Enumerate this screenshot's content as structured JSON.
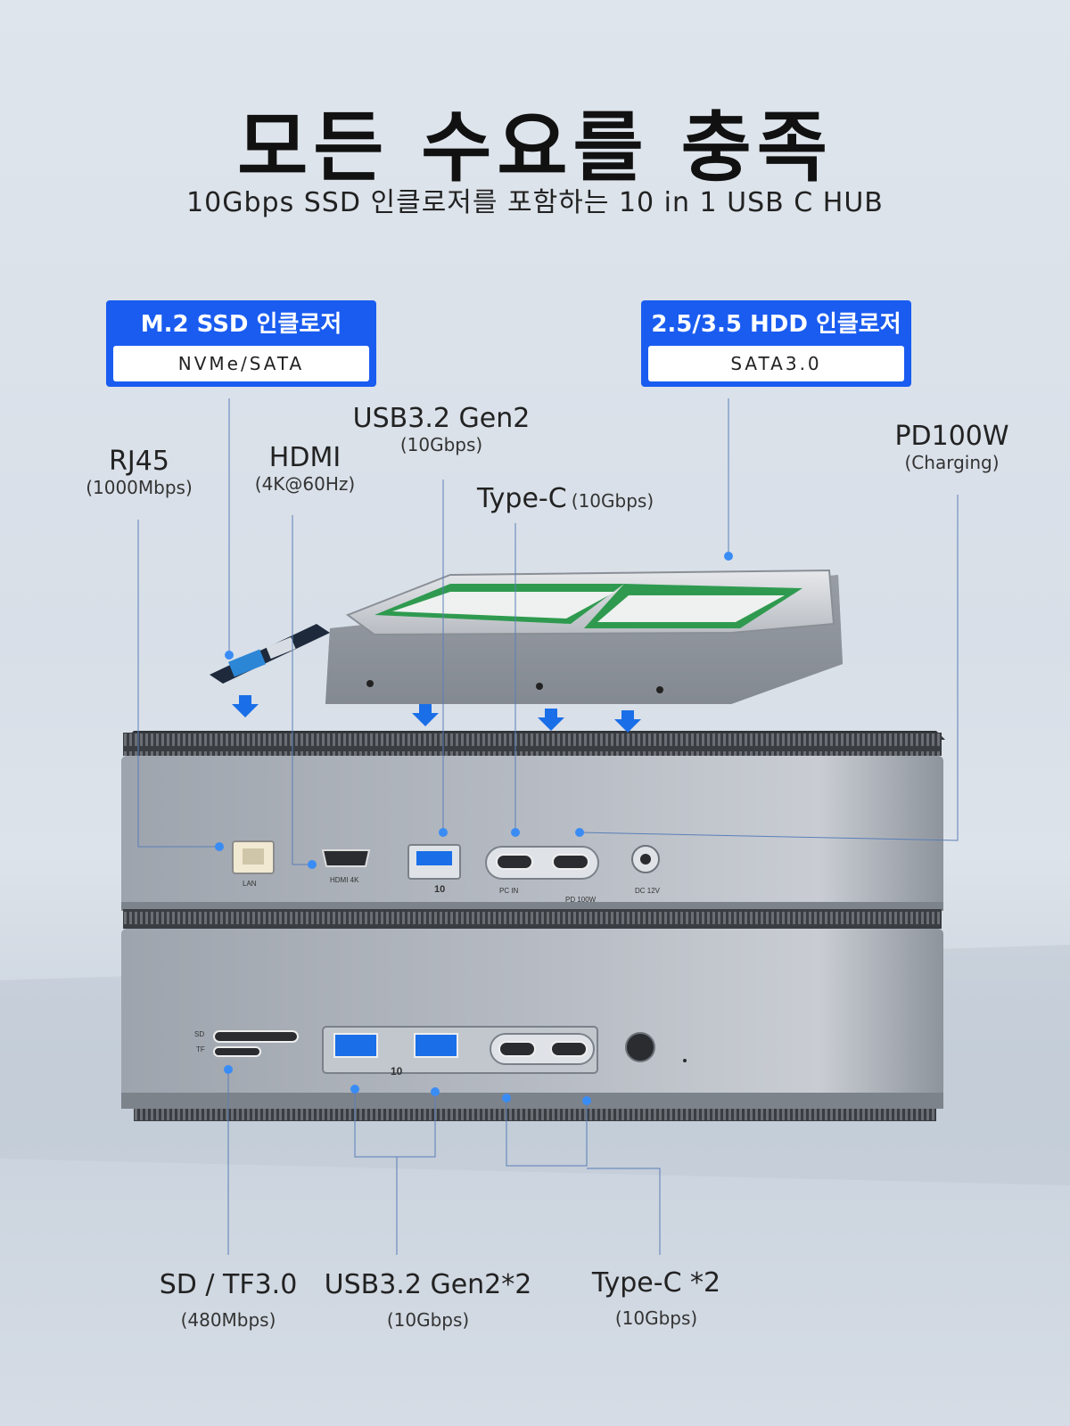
{
  "header": {
    "title": "모든 수요를 충족",
    "subtitle": "10Gbps SSD 인클로저를 포함하는 10 in 1 USB C HUB"
  },
  "enclosures": {
    "m2": {
      "title": "M.2 SSD 인클로저",
      "spec": "NVMe/SATA"
    },
    "hdd": {
      "title": "2.5/3.5 HDD 인클로저",
      "spec": "SATA3.0"
    }
  },
  "top_ports": {
    "rj45": {
      "name": "RJ45",
      "spec": "(1000Mbps)"
    },
    "hdmi": {
      "name": "HDMI",
      "spec": "(4K@60Hz)"
    },
    "usb": {
      "name": "USB3.2 Gen2",
      "spec": "(10Gbps)"
    },
    "typec": {
      "name": "Type-C",
      "spec": "(10Gbps)"
    },
    "pd": {
      "name": "PD100W",
      "spec": "(Charging)"
    }
  },
  "device_markings": {
    "lan": "LAN",
    "hdmi4k": "HDMI 4K",
    "pcin": "PC IN",
    "pd": "PD 100W",
    "dc": "DC 12V",
    "sd": "SD",
    "tf": "TF",
    "gen10": "10"
  },
  "bottom_ports": {
    "sdtf": {
      "name": "SD / TF3.0",
      "spec": "(480Mbps)"
    },
    "usb2": {
      "name": "USB3.2 Gen2*2",
      "spec": "(10Gbps)"
    },
    "typec2": {
      "name": "Type-C *2",
      "spec": "(10Gbps)"
    }
  },
  "colors": {
    "accent": "#1a5cf0",
    "dot": "#3a8cf5",
    "hdd_label_green": "#2f9a4f"
  }
}
